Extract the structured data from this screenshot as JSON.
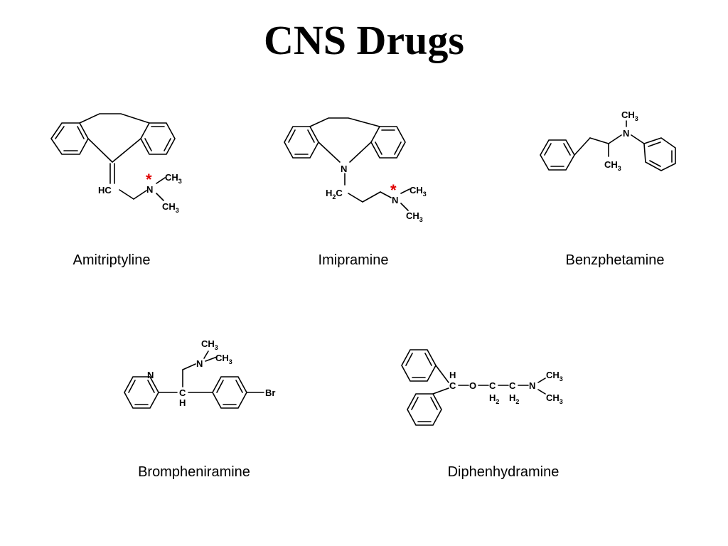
{
  "slide": {
    "title": "CNS Drugs"
  },
  "molecules": [
    {
      "name": "Amitriptyline",
      "labels": [
        "HC",
        "N",
        "CH",
        "3",
        "CH",
        "3",
        "*"
      ]
    },
    {
      "name": "Imipramine",
      "labels": [
        "N",
        "H",
        "2",
        "C",
        "N",
        "CH",
        "3",
        "CH",
        "3",
        "*"
      ]
    },
    {
      "name": "Benzphetamine",
      "labels": [
        "CH",
        "3",
        "N",
        "CH",
        "3"
      ]
    },
    {
      "name": "Brompheniramine",
      "labels": [
        "N",
        "CH",
        "3",
        "N",
        "CH",
        "3",
        "C",
        "H",
        "Br"
      ]
    },
    {
      "name": "Diphenhydramine",
      "labels": [
        "H",
        "C",
        "O",
        "C",
        "H",
        "2",
        "C",
        "H",
        "2",
        "N",
        "CH",
        "3",
        "CH",
        "3"
      ]
    }
  ],
  "colors": {
    "marker": "#e00000",
    "ink": "#000000"
  }
}
